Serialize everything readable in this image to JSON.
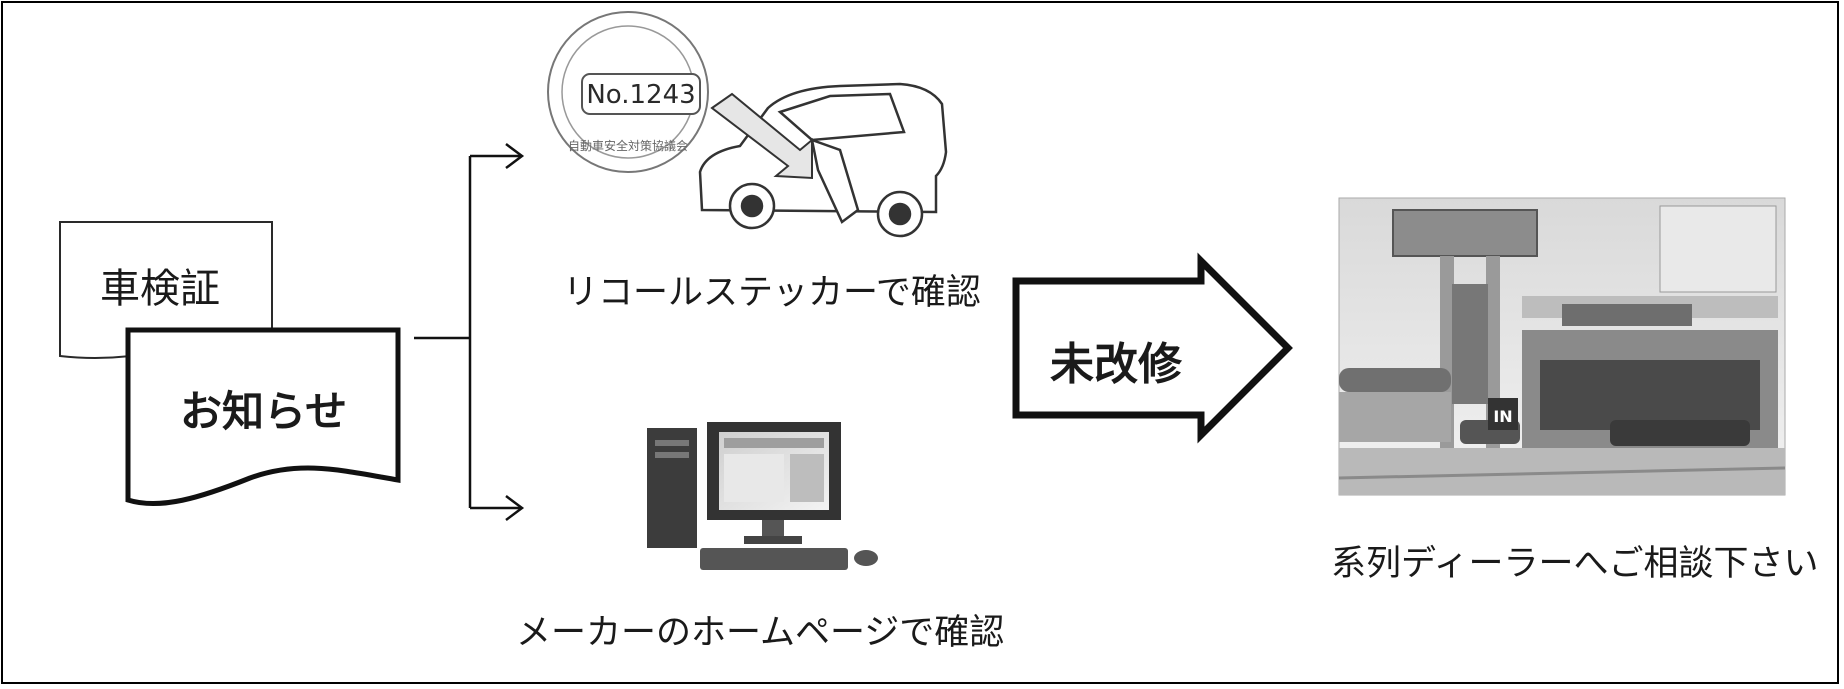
{
  "document": {
    "label": "車検証"
  },
  "notice": {
    "label": "お知らせ"
  },
  "branches": {
    "sticker": {
      "caption": "リコールステッカーで確認",
      "stamp_number": "No.1243",
      "stamp_ring_text": "自動車安全対策協議会"
    },
    "website": {
      "caption": "メーカーのホームページで確認"
    }
  },
  "arrow": {
    "label": "未改修"
  },
  "dealer": {
    "caption": "系列ディーラーへご相談下さい",
    "sign_text": "IN"
  }
}
